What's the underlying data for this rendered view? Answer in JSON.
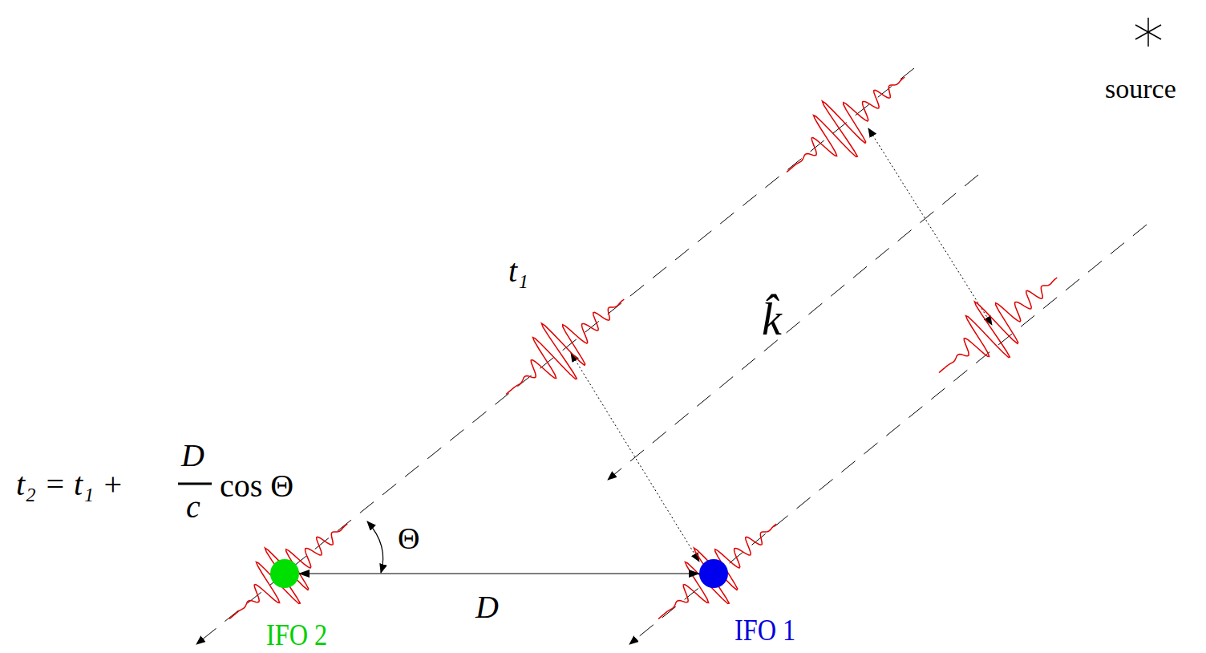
{
  "diagram": {
    "nodes": [
      {
        "text": [
          "IFO 2"
        ]
      },
      {
        "text": [
          "IFO 1"
        ]
      }
    ],
    "edges": [
      {
        "from": 0,
        "to": 1,
        "arrow": "both",
        "label": "D"
      }
    ],
    "labels": [
      "source",
      "t₁",
      "k̂",
      "t₂ = t₁ +",
      "D",
      "c",
      "cos Θ",
      "Θ"
    ]
  }
}
